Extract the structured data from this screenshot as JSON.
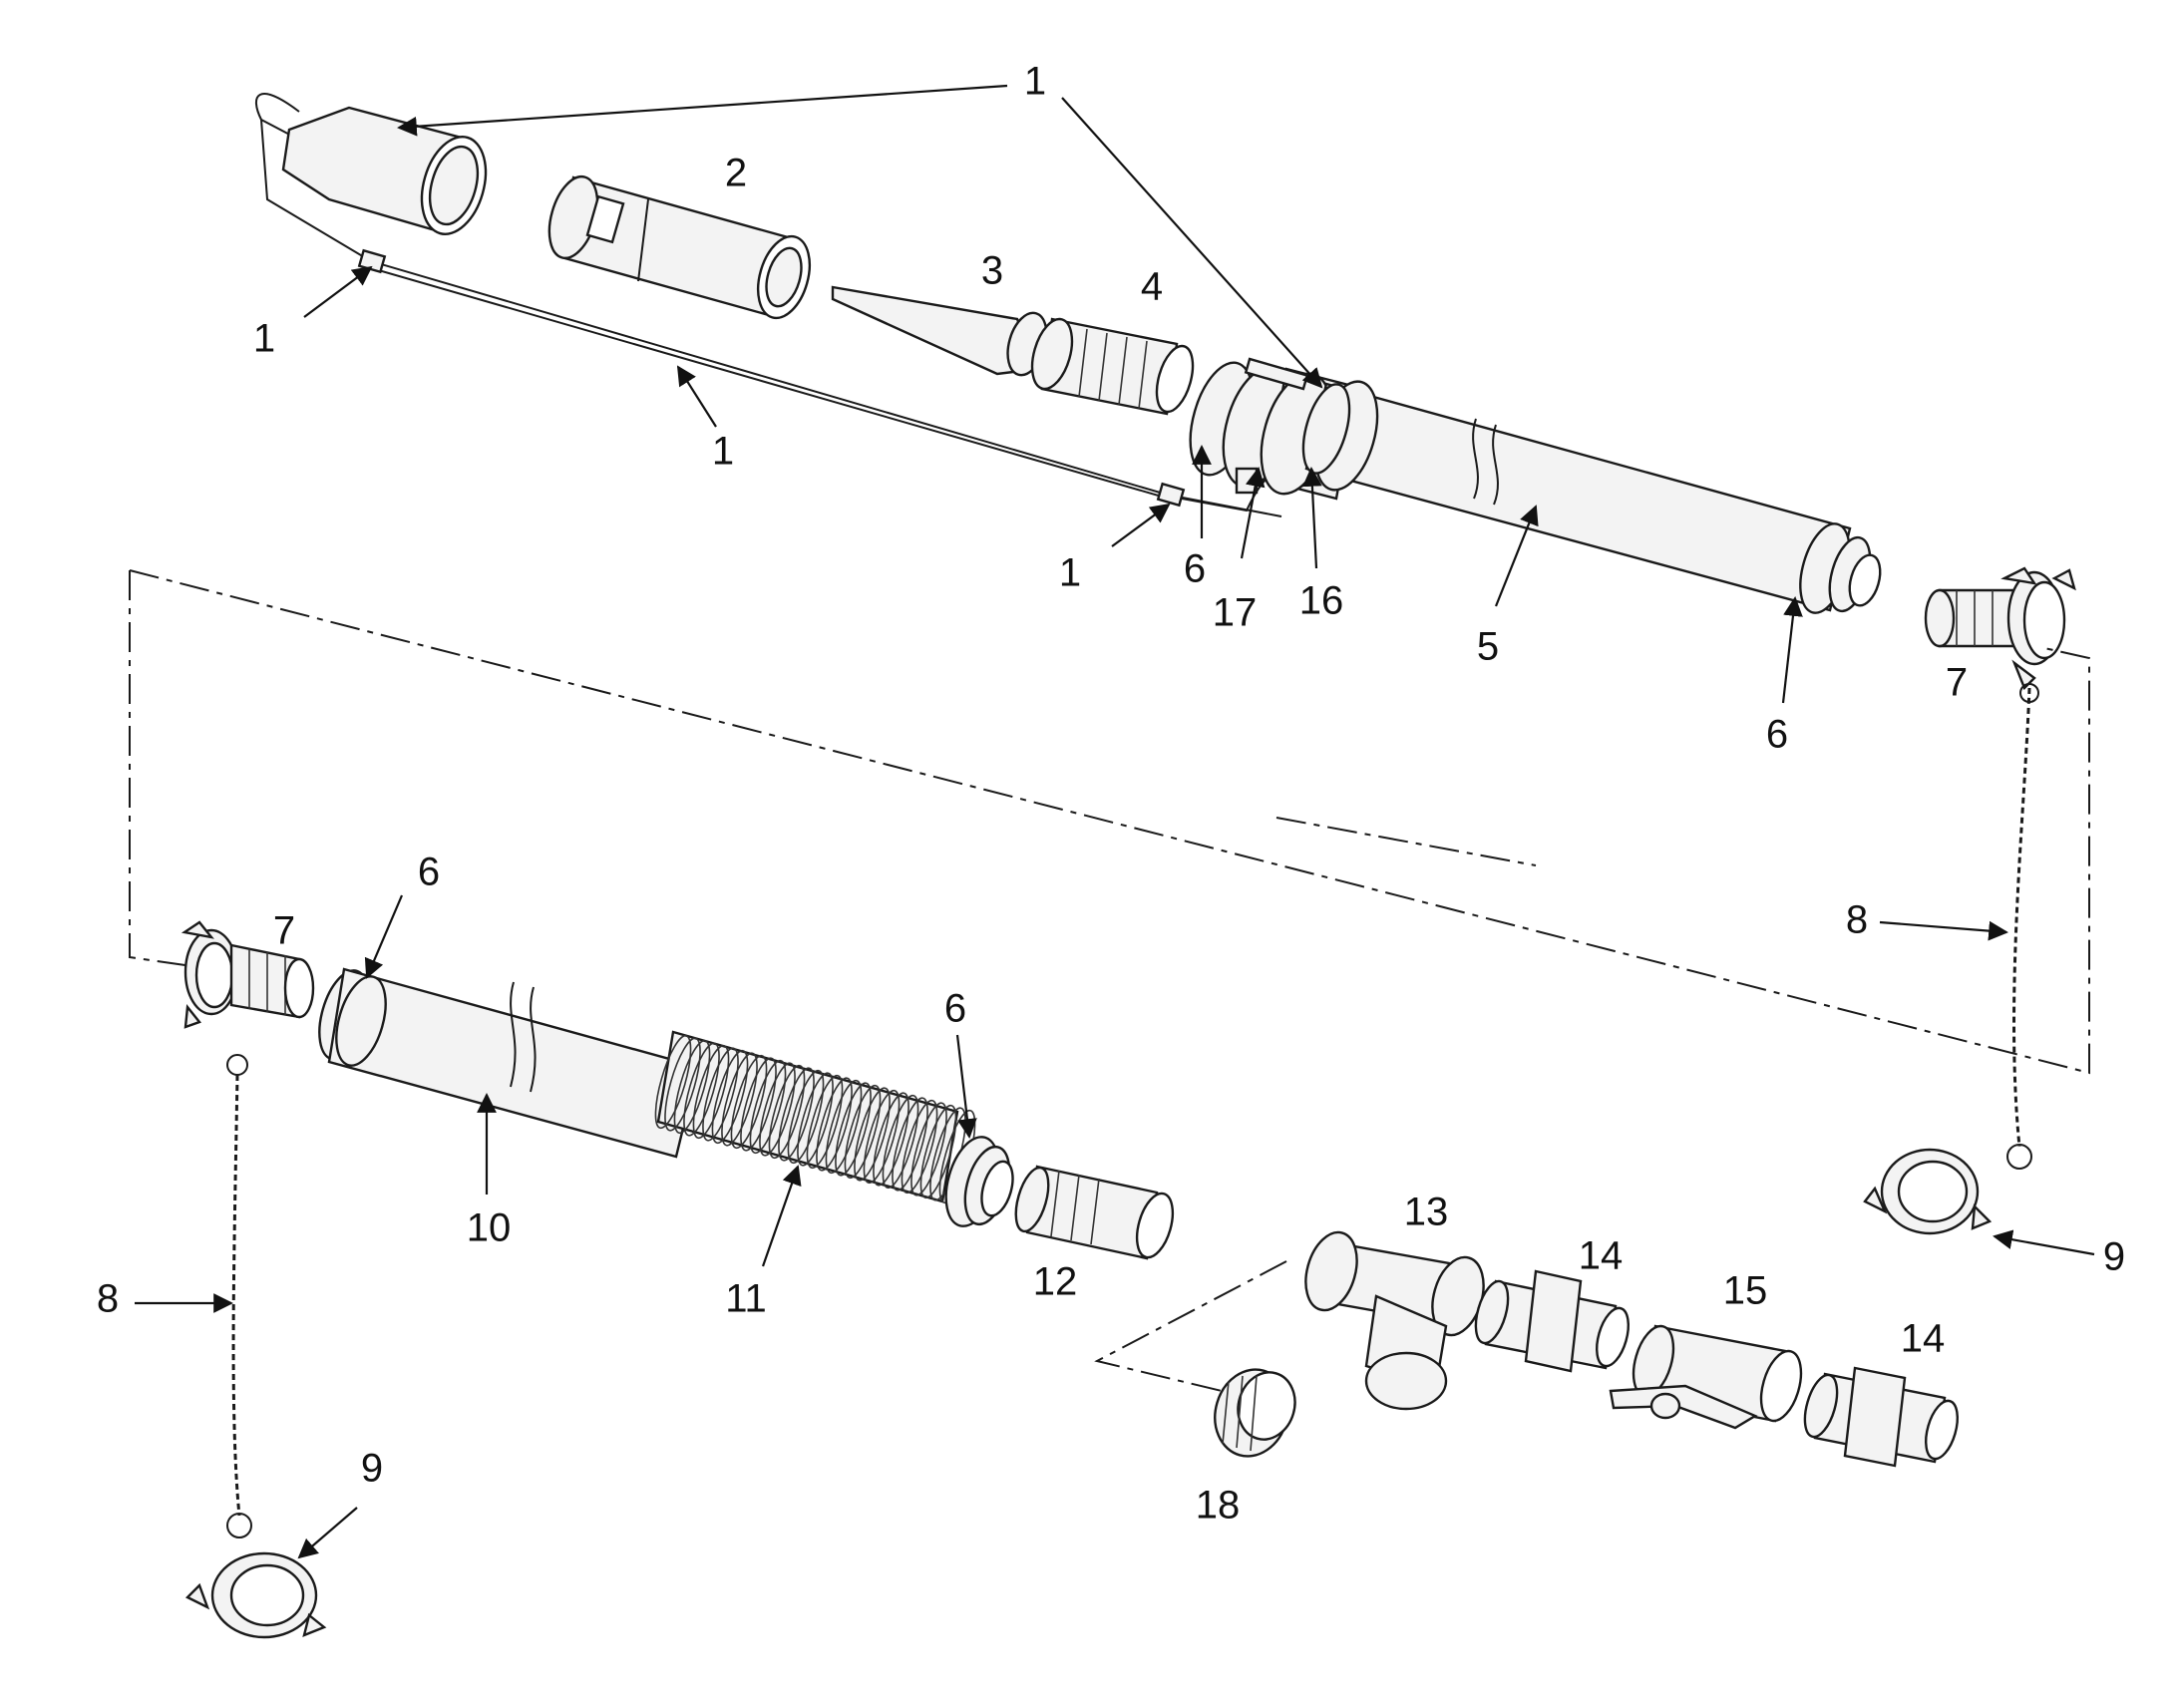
{
  "diagram": {
    "callouts": [
      {
        "id": "c1a",
        "text": "1"
      },
      {
        "id": "c1b",
        "text": "1"
      },
      {
        "id": "c1c",
        "text": "1"
      },
      {
        "id": "c1d",
        "text": "1"
      },
      {
        "id": "c2",
        "text": "2"
      },
      {
        "id": "c3",
        "text": "3"
      },
      {
        "id": "c4",
        "text": "4"
      },
      {
        "id": "c5",
        "text": "5"
      },
      {
        "id": "c6a",
        "text": "6"
      },
      {
        "id": "c6b",
        "text": "6"
      },
      {
        "id": "c6c",
        "text": "6"
      },
      {
        "id": "c6d",
        "text": "6"
      },
      {
        "id": "c7a",
        "text": "7"
      },
      {
        "id": "c7b",
        "text": "7"
      },
      {
        "id": "c8a",
        "text": "8"
      },
      {
        "id": "c8b",
        "text": "8"
      },
      {
        "id": "c9a",
        "text": "9"
      },
      {
        "id": "c9b",
        "text": "9"
      },
      {
        "id": "c10",
        "text": "10"
      },
      {
        "id": "c11",
        "text": "11"
      },
      {
        "id": "c12",
        "text": "12"
      },
      {
        "id": "c13",
        "text": "13"
      },
      {
        "id": "c14a",
        "text": "14"
      },
      {
        "id": "c14b",
        "text": "14"
      },
      {
        "id": "c15",
        "text": "15"
      },
      {
        "id": "c16",
        "text": "16"
      },
      {
        "id": "c17",
        "text": "17"
      },
      {
        "id": "c18",
        "text": "18"
      }
    ]
  }
}
